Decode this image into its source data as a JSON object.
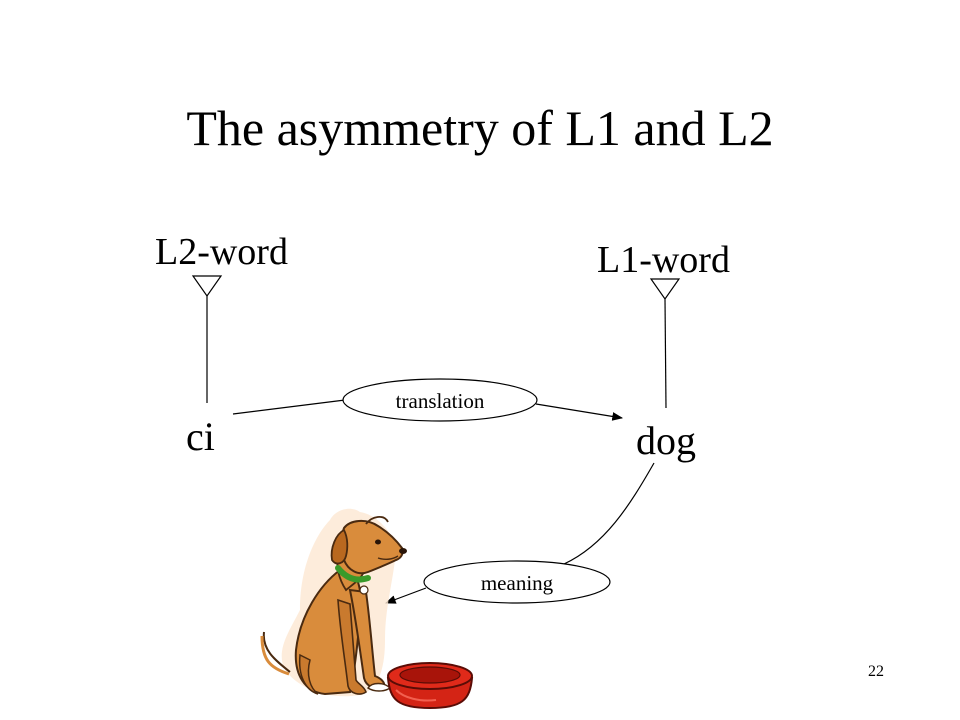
{
  "slide": {
    "title": "The asymmetry of L1 and L2",
    "page_number": "22"
  },
  "diagram": {
    "l2_word_label": "L2-word",
    "l1_word_label": "L1-word",
    "l2_term": "ci",
    "l1_term": "dog",
    "translation_label": "translation",
    "meaning_label": "meaning"
  },
  "colors": {
    "dog_fur": "#d98c3c",
    "collar": "#3a9a2a",
    "bowl": "#e02a1a"
  }
}
